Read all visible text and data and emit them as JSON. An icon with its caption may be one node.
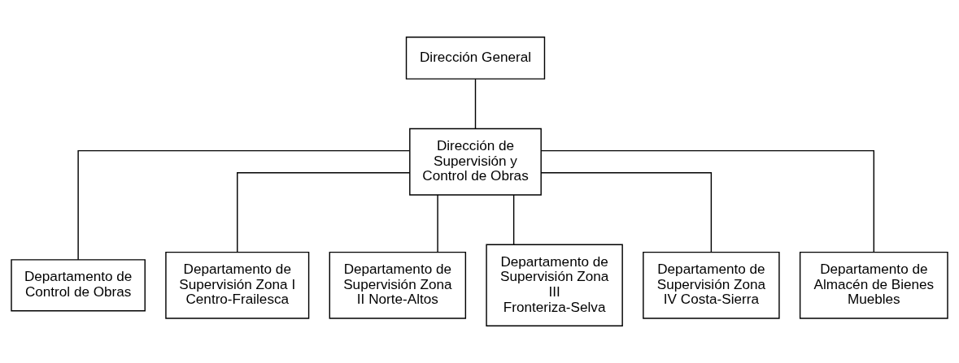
{
  "diagram": {
    "nodes": [
      {
        "text": [
          "Dirección General"
        ]
      },
      {
        "text": [
          "Dirección de Supervisión y Control de Obras"
        ]
      },
      {
        "text": [
          "Departamento de Control de Obras"
        ]
      },
      {
        "text": [
          "Departamento de Supervisión Zona I Centro-Frailesca"
        ]
      },
      {
        "text": [
          "Departamento de Supervisión Zona II Norte-Altos"
        ]
      },
      {
        "text": [
          "Departamento de Supervisión Zona III Fronteriza-Selva"
        ]
      },
      {
        "text": [
          "Departamento de Supervisión Zona IV Costa-Sierra"
        ]
      },
      {
        "text": [
          "Departamento de Almacén de Bienes Muebles"
        ]
      }
    ],
    "edges": [
      {
        "from": 0,
        "to": 1,
        "arrow": "none"
      },
      {
        "from": 1,
        "to": 2,
        "arrow": "none"
      },
      {
        "from": 1,
        "to": 3,
        "arrow": "none"
      },
      {
        "from": 1,
        "to": 4,
        "arrow": "none"
      },
      {
        "from": 1,
        "to": 5,
        "arrow": "none"
      },
      {
        "from": 1,
        "to": 6,
        "arrow": "none"
      },
      {
        "from": 1,
        "to": 7,
        "arrow": "none"
      }
    ]
  }
}
